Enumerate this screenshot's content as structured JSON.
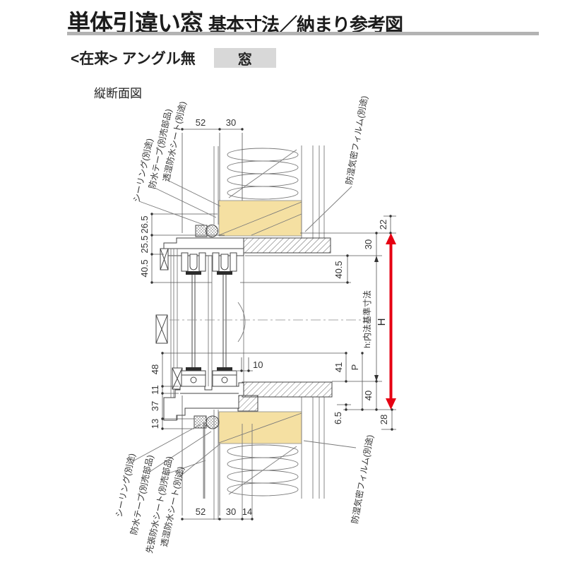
{
  "header": {
    "title_main": "単体引違い窓",
    "title_sub": "基本寸法／納まり参考図"
  },
  "subheader": {
    "prefix": "<在来>",
    "label": "アングル無",
    "box": "窓"
  },
  "section_label": "縦断面図",
  "callouts": {
    "top_left": [
      "シーリング(別途)",
      "防水テープ(別売部品)",
      "透湿防水シート(別途)"
    ],
    "top_right": "防湿気密フィルム(別途)",
    "bottom_left": [
      "シーリング(別途)",
      "防水テープ(別売部品)",
      "先張防水シート(別売部品)",
      "透湿防水シート(別途)"
    ],
    "bottom_right": "防湿気密フィルム(別途)"
  },
  "dims": {
    "top": {
      "d52": "52",
      "d30": "30"
    },
    "left_upper": {
      "d265": "26.5",
      "d255": "25.5",
      "d405": "40.5"
    },
    "left_lower": {
      "d48": "48",
      "d11": "11",
      "d37": "37",
      "d13": "13"
    },
    "right": {
      "d22": "22",
      "d30": "30",
      "d405": "40.5",
      "h_note": "h:内法基準寸法",
      "height": "H",
      "d41": "41",
      "p": "P",
      "d40": "40",
      "d65": "6.5",
      "d28": "28"
    },
    "center": {
      "d10": "10"
    },
    "bottom": {
      "d52": "52",
      "d30": "30",
      "d14": "14"
    }
  },
  "colors": {
    "accent_red": "#e60012",
    "wood_tan": "#f5e0a2",
    "header_rule": "#b3b3b3",
    "tag_box_bg": "#d8d8d8"
  }
}
